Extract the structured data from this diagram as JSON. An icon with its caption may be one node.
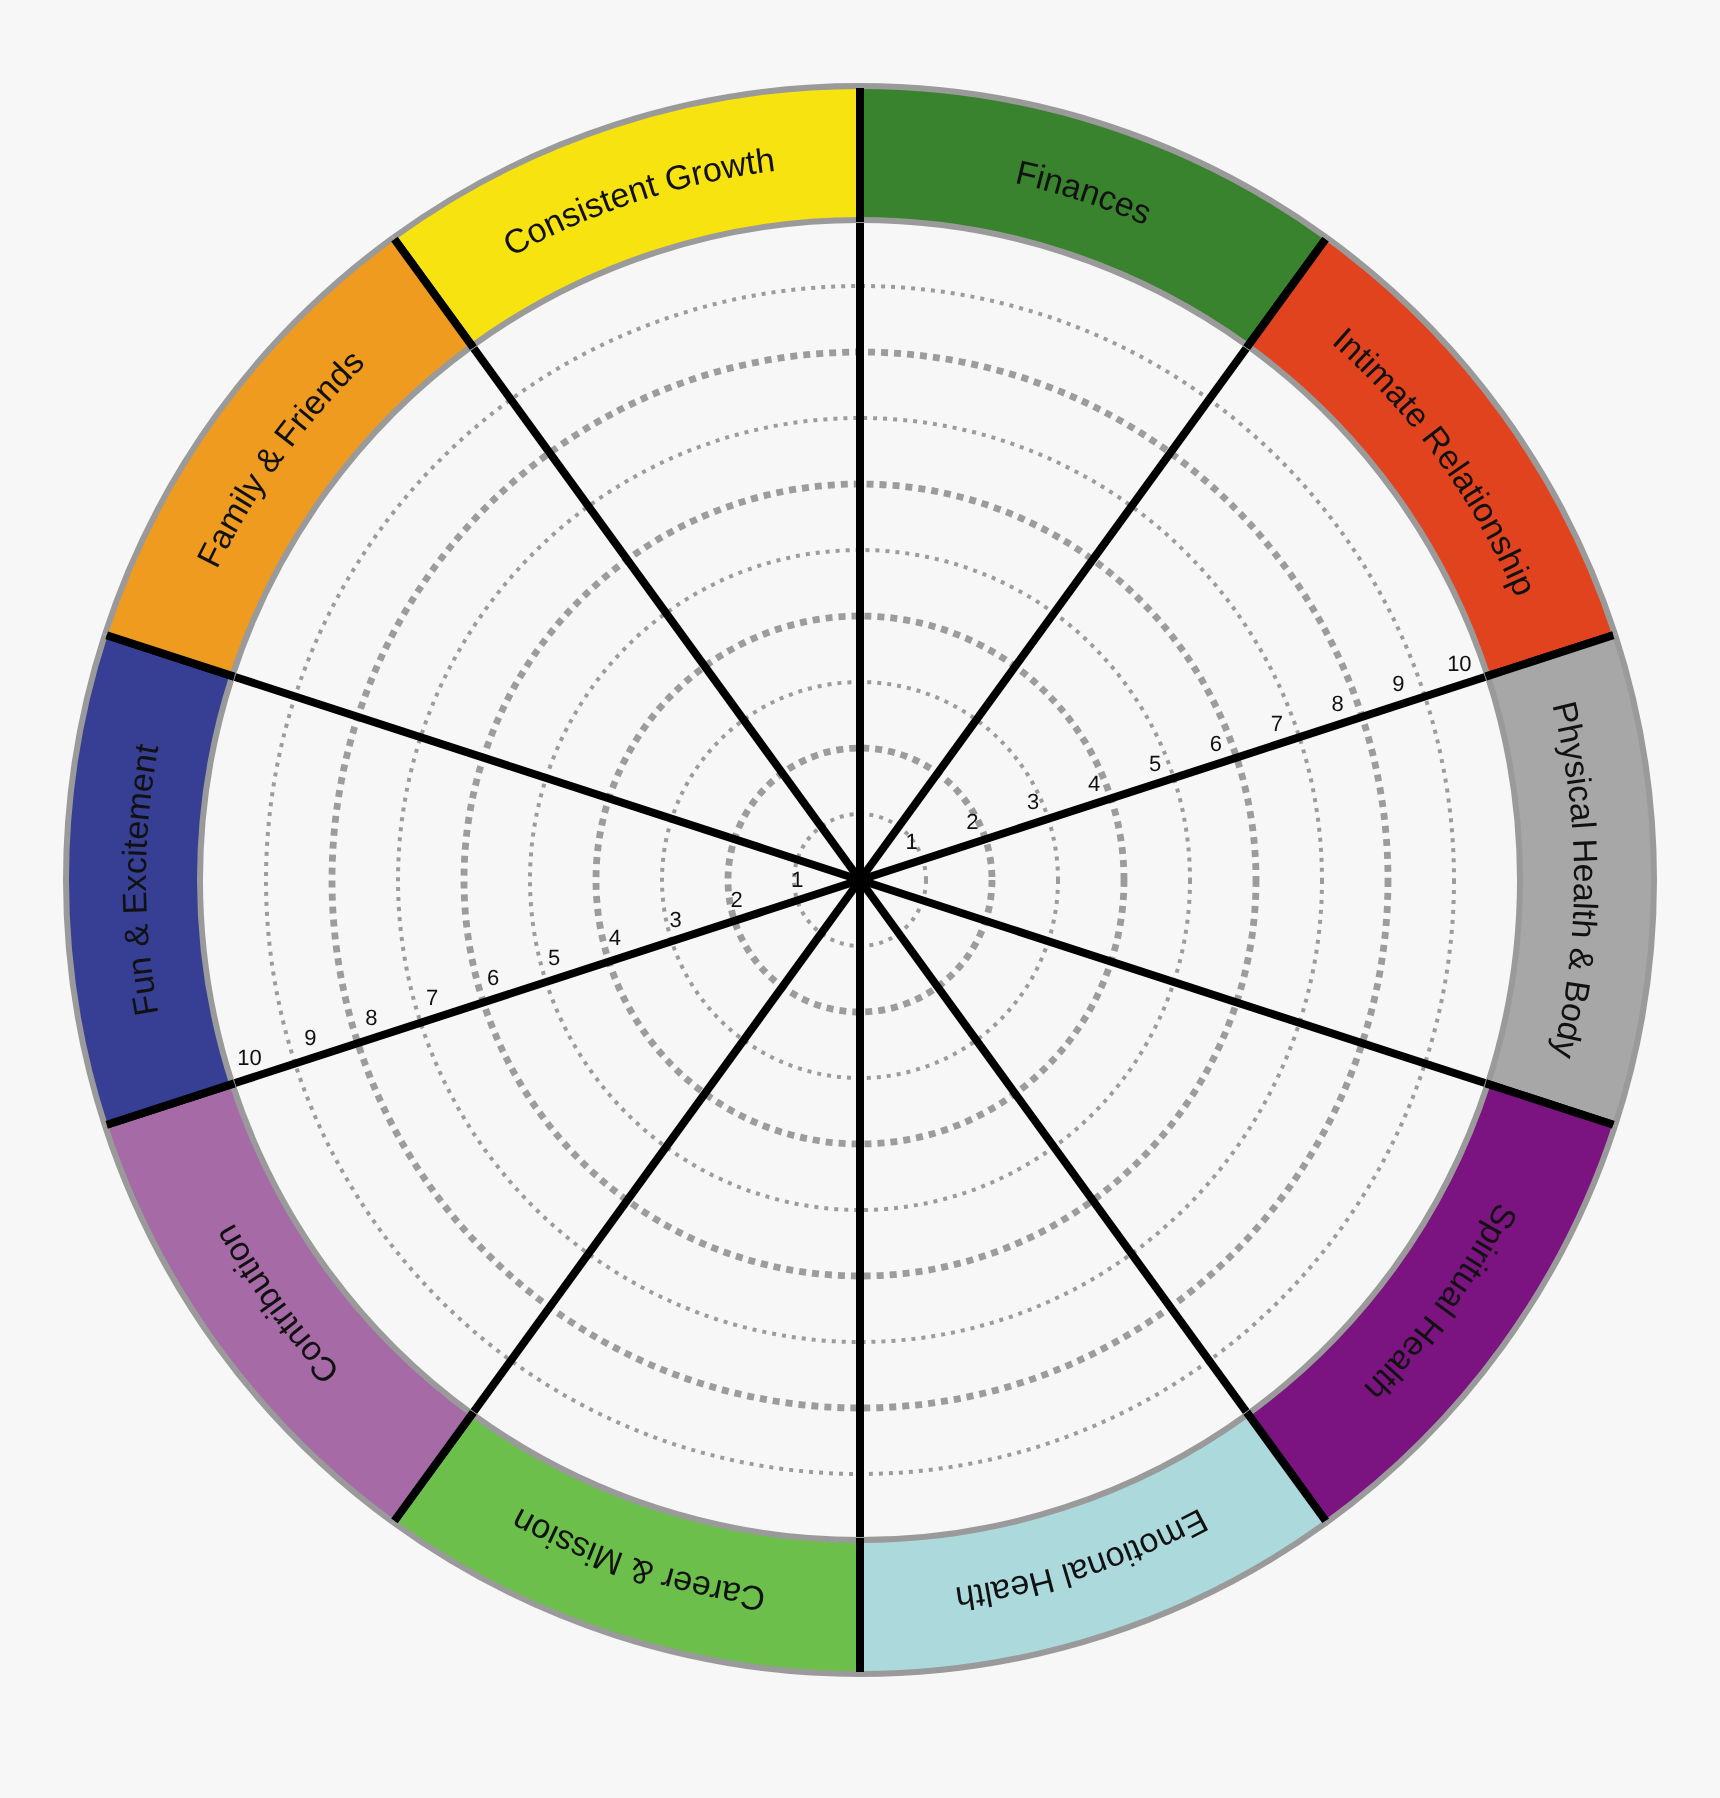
{
  "diagram": {
    "nodes": [
      {
        "text": [
          "Consistent Growth"
        ]
      },
      {
        "text": [
          "Finances"
        ]
      },
      {
        "text": [
          "Intimate Relationship"
        ]
      },
      {
        "text": [
          "Physical Health & Body"
        ]
      },
      {
        "text": [
          "Spiritual Health"
        ]
      },
      {
        "text": [
          "Emotional Health"
        ]
      },
      {
        "text": [
          "Career & Mission"
        ]
      },
      {
        "text": [
          "Contribution"
        ]
      },
      {
        "text": [
          "Fun & Excitement"
        ]
      },
      {
        "text": [
          "Family & Friends"
        ]
      }
    ],
    "labels": [
      "1",
      "2",
      "3",
      "4",
      "5",
      "6",
      "7",
      "8",
      "9",
      "10",
      "1",
      "2",
      "3",
      "4",
      "5",
      "6",
      "7",
      "8",
      "9",
      "10"
    ]
  }
}
